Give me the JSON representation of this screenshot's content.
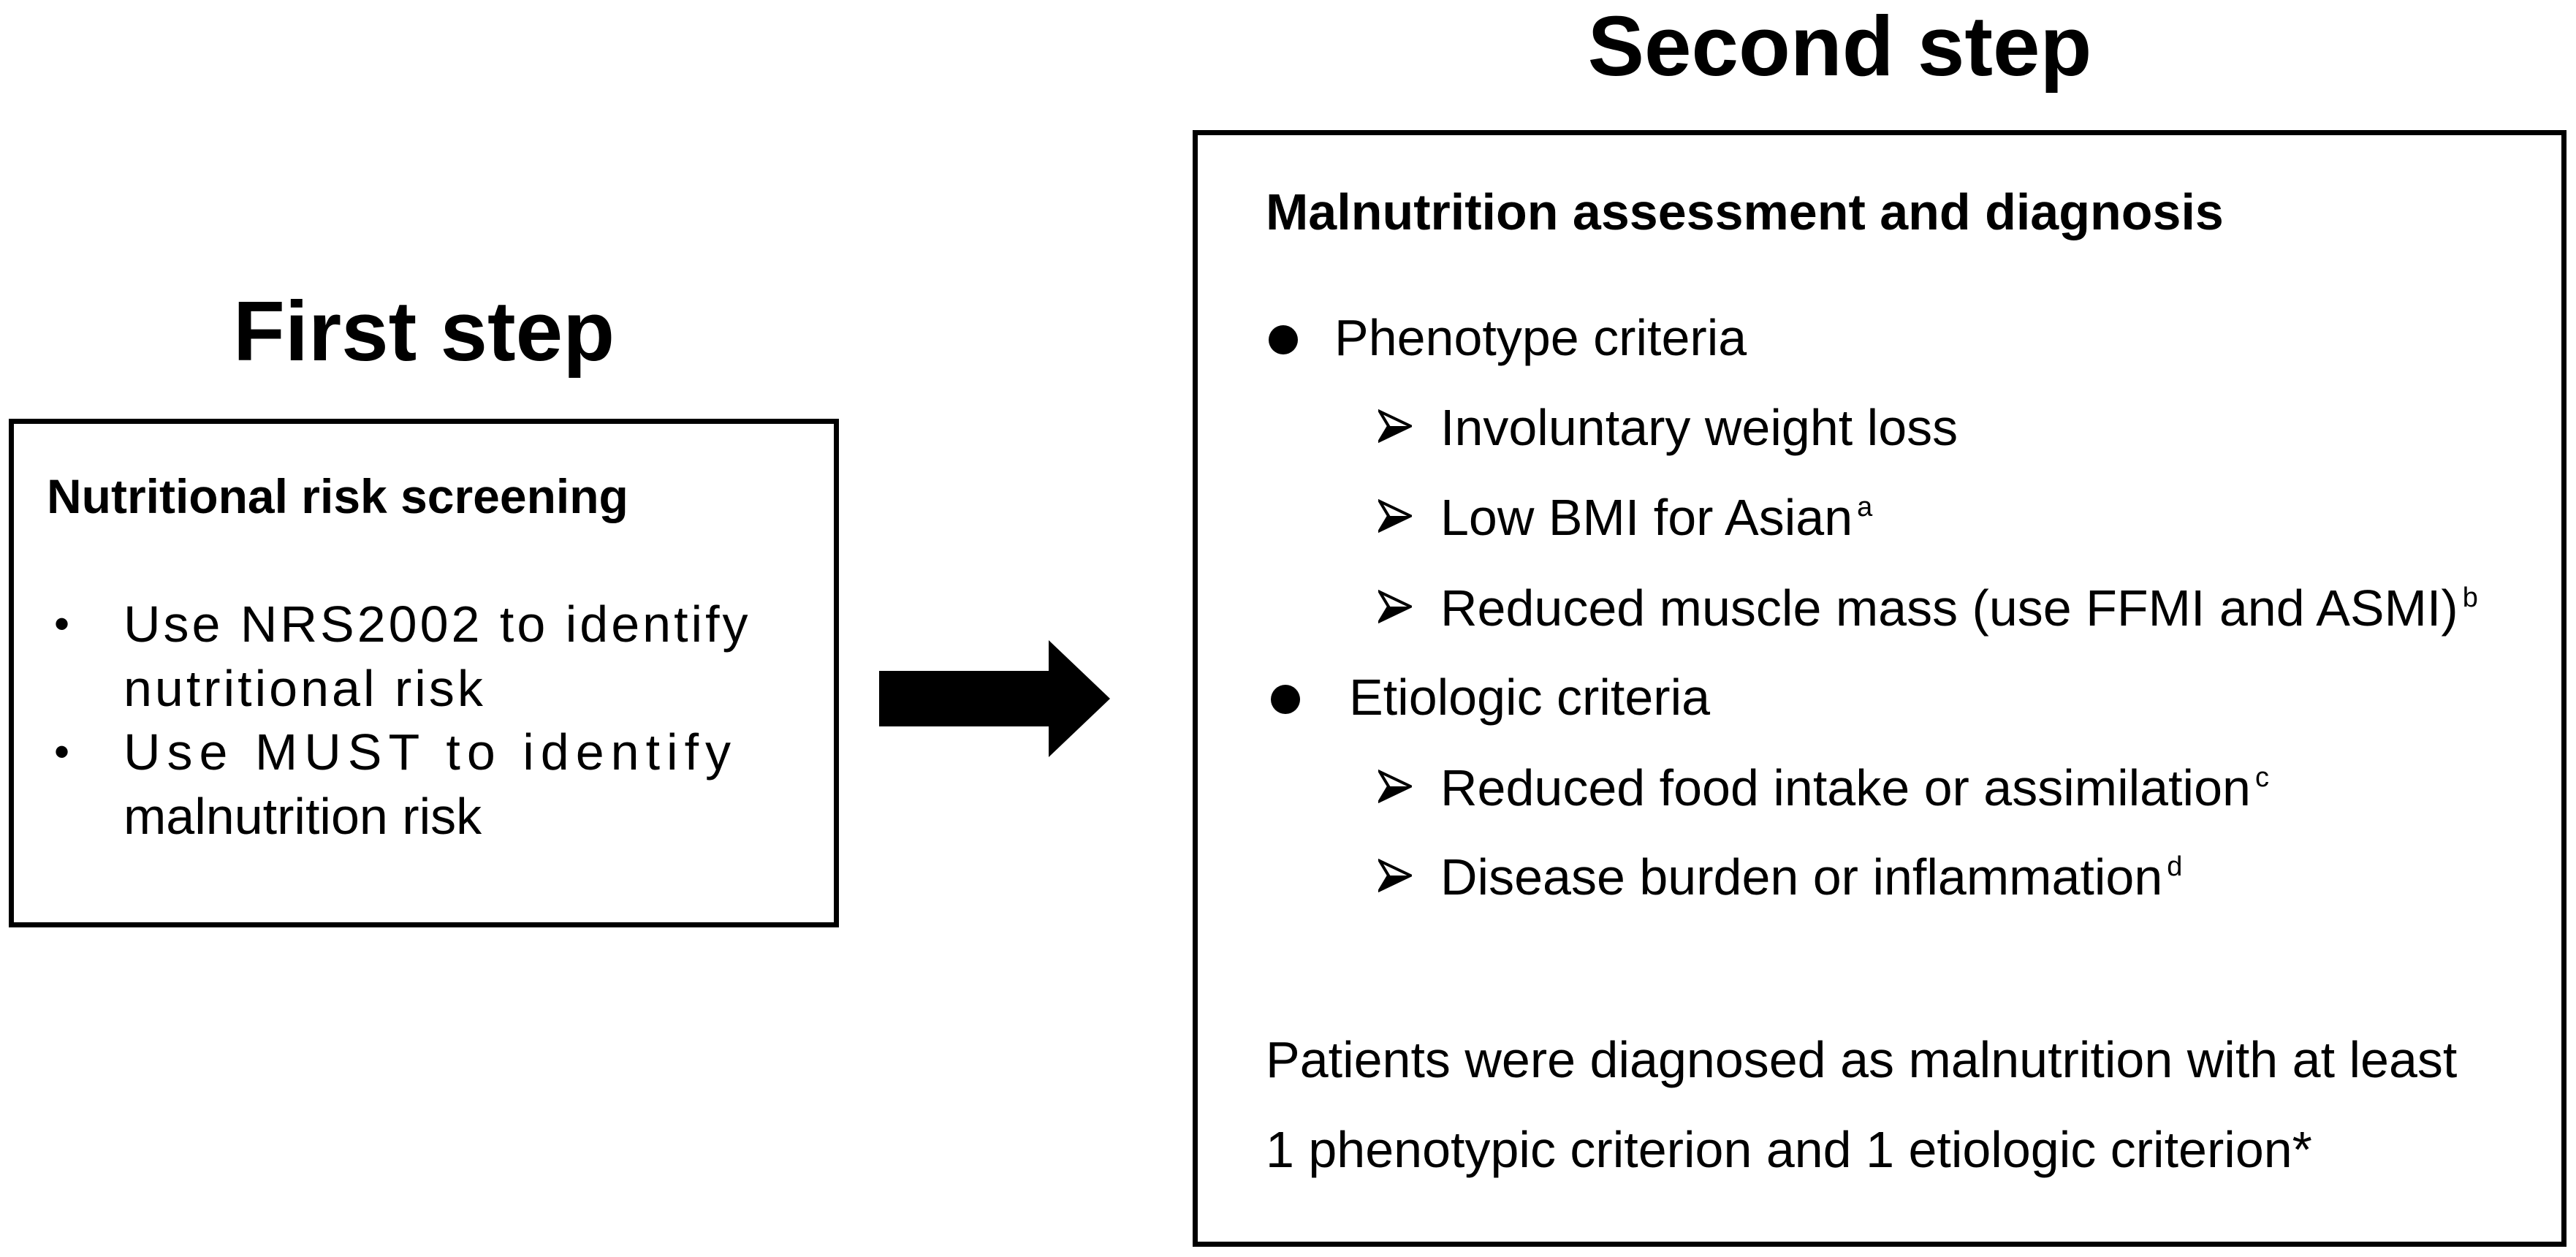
{
  "first_step": {
    "heading": "First step",
    "box_title": "Nutritional risk screening",
    "bullet_glyph": "•",
    "items": [
      {
        "line1": "Use NRS2002 to identify",
        "line2": "nutritional risk"
      },
      {
        "line1": "Use MUST to identify",
        "line2": "malnutrition risk"
      }
    ]
  },
  "second_step": {
    "heading": "Second step",
    "box_title": "Malnutrition assessment and diagnosis",
    "phenotype": {
      "label": "Phenotype criteria",
      "items": [
        {
          "text": "Involuntary weight loss",
          "note": ""
        },
        {
          "text": "Low BMI for Asian",
          "note": "a"
        },
        {
          "text": "Reduced muscle mass (use FFMI and ASMI)",
          "note": "b"
        }
      ]
    },
    "etiologic": {
      "label": "Etiologic criteria",
      "items": [
        {
          "text": "Reduced food intake or assimilation",
          "note": "c"
        },
        {
          "text": "Disease burden or inflammation",
          "note": "d"
        }
      ]
    },
    "conclusion": {
      "line1": "Patients were diagnosed as malnutrition with at least",
      "line2": "1 phenotypic criterion and 1 etiologic criterion*"
    }
  },
  "colors": {
    "ink": "#000000",
    "background": "#ffffff"
  }
}
